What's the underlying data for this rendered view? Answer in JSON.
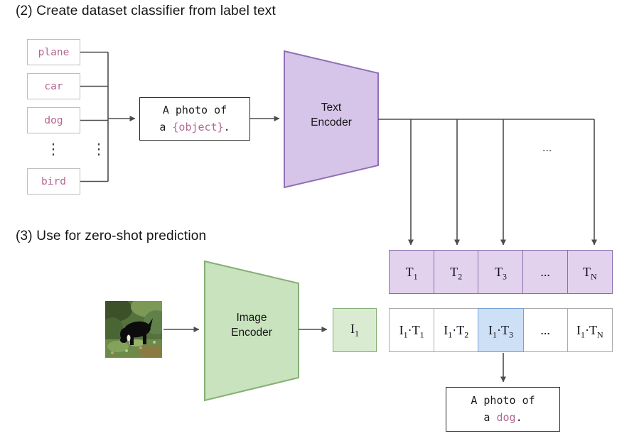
{
  "section2": {
    "title": "(2) Create dataset classifier from label text"
  },
  "section3": {
    "title": "(3) Use for zero-shot prediction"
  },
  "labels": {
    "items": [
      "plane",
      "car",
      "dog",
      "bird"
    ],
    "ellipsis": "⋮"
  },
  "prompt": {
    "line1": "A photo of",
    "pre": "a ",
    "object": "{object}",
    "post": "."
  },
  "text_encoder": {
    "line1": "Text",
    "line2": "Encoder"
  },
  "image_encoder": {
    "line1": "Image",
    "line2": "Encoder"
  },
  "h_ellipsis": "...",
  "t_row": {
    "cells": [
      {
        "base": "T",
        "sub": "1"
      },
      {
        "base": "T",
        "sub": "2"
      },
      {
        "base": "T",
        "sub": "3"
      },
      {
        "base": "...",
        "sub": ""
      },
      {
        "base": "T",
        "sub": "N"
      }
    ]
  },
  "i_box": {
    "base": "I",
    "sub": "1"
  },
  "matrix": {
    "cells": [
      {
        "i": "I",
        "isub": "1",
        "dot": "·",
        "t": "T",
        "tsub": "1"
      },
      {
        "i": "I",
        "isub": "1",
        "dot": "·",
        "t": "T",
        "tsub": "2"
      },
      {
        "i": "I",
        "isub": "1",
        "dot": "·",
        "t": "T",
        "tsub": "3"
      },
      {
        "ellipsis": "..."
      },
      {
        "i": "I",
        "isub": "1",
        "dot": "·",
        "t": "T",
        "tsub": "N"
      }
    ],
    "highlighted_index": 2
  },
  "result": {
    "line1": "A photo of",
    "pre": "a ",
    "object": "dog",
    "post": "."
  },
  "colors": {
    "label_text": "#b2688f",
    "text_encoder_fill": "#d6c5e8",
    "text_encoder_stroke": "#8f6fb5",
    "t_cell_fill": "#e2d2ee",
    "t_cell_stroke": "#8d6fae",
    "image_encoder_fill": "#c8e3bd",
    "image_encoder_stroke": "#84af74",
    "i_cell_fill": "#d9ecd2",
    "highlight_fill": "#cde0f6",
    "highlight_stroke": "#74a3da",
    "arrow": "#4d4d4d"
  }
}
